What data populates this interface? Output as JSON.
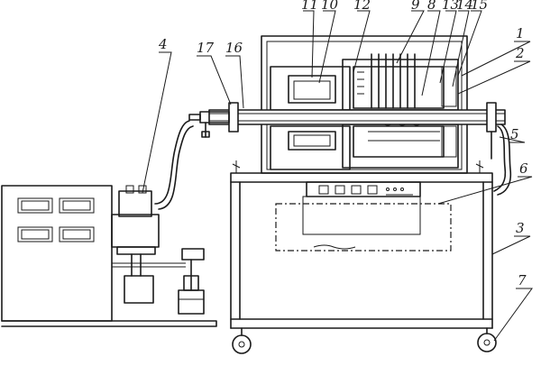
{
  "callouts": [
    {
      "id": "1",
      "text": "1"
    },
    {
      "id": "2",
      "text": "2"
    },
    {
      "id": "3",
      "text": "3"
    },
    {
      "id": "4",
      "text": "4"
    },
    {
      "id": "5",
      "text": "5"
    },
    {
      "id": "6",
      "text": "6"
    },
    {
      "id": "7",
      "text": "7"
    },
    {
      "id": "8",
      "text": "8"
    },
    {
      "id": "9",
      "text": "9"
    },
    {
      "id": "10",
      "text": "10"
    },
    {
      "id": "11",
      "text": "11"
    },
    {
      "id": "12",
      "text": "12"
    },
    {
      "id": "13",
      "text": "13"
    },
    {
      "id": "14",
      "text": "14"
    },
    {
      "id": "15",
      "text": "15"
    },
    {
      "id": "16",
      "text": "16"
    },
    {
      "id": "17",
      "text": "17"
    }
  ],
  "colors": {
    "ink": "#1a1a1a",
    "paper": "#ffffff"
  }
}
